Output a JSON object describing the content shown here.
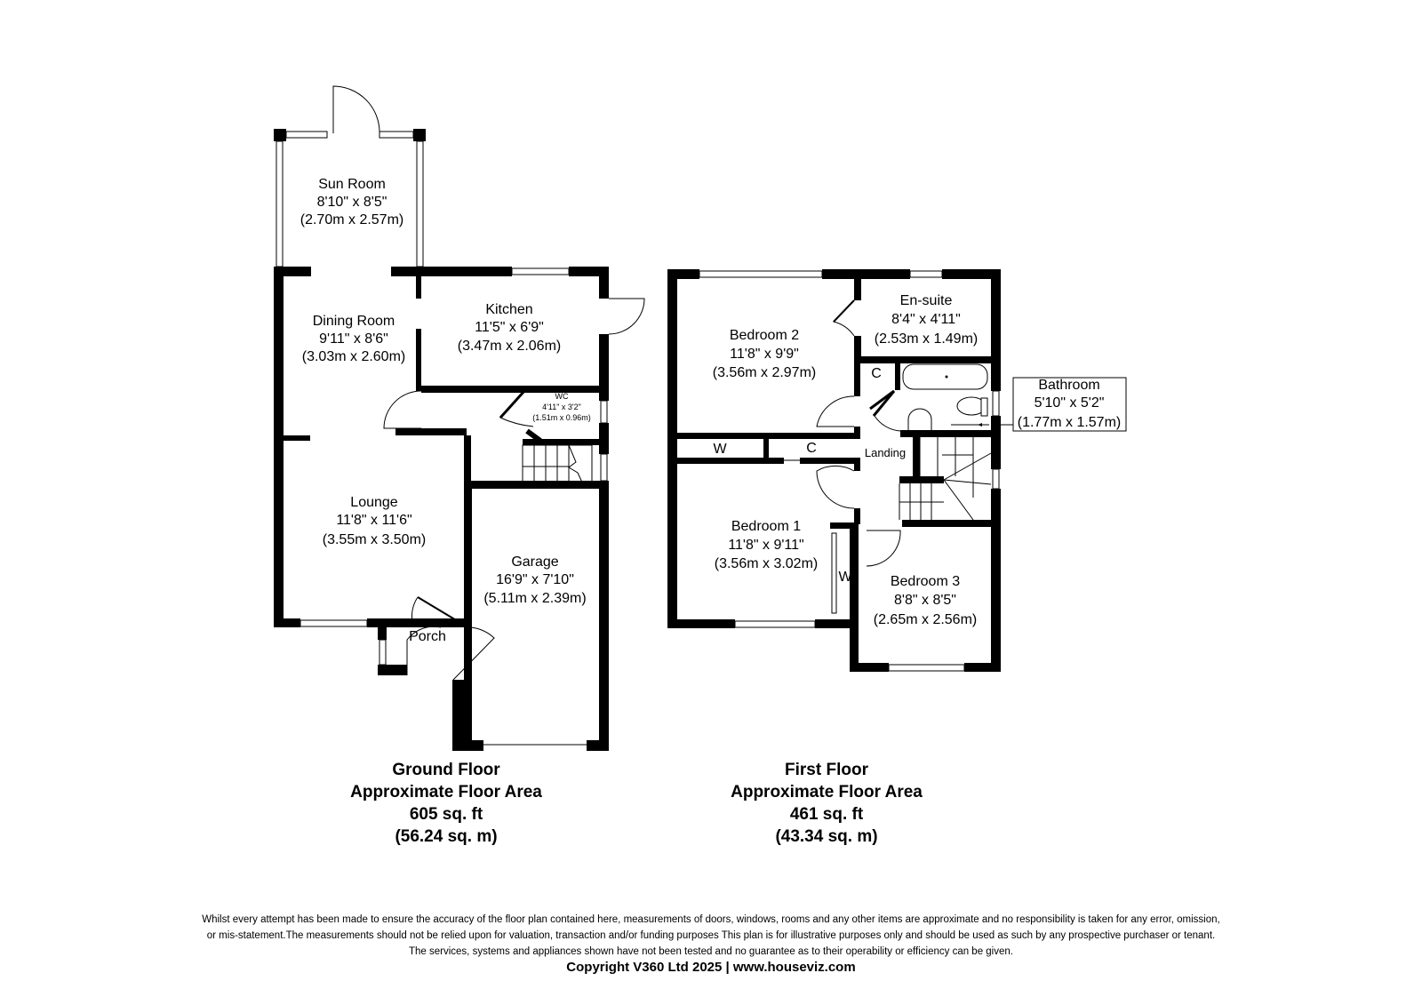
{
  "ground_floor": {
    "rooms": {
      "sun_room": {
        "name": "Sun Room",
        "imperial": "8'10\" x 8'5\"",
        "metric": "(2.70m x 2.57m)"
      },
      "dining_room": {
        "name": "Dining Room",
        "imperial": "9'11\" x 8'6\"",
        "metric": "(3.03m x 2.60m)"
      },
      "kitchen": {
        "name": "Kitchen",
        "imperial": "11'5\" x 6'9\"",
        "metric": "(3.47m x 2.06m)"
      },
      "wc": {
        "name": "WC",
        "imperial": "4'11\" x 3'2\"",
        "metric": "(1.51m x 0.96m)"
      },
      "lounge": {
        "name": "Lounge",
        "imperial": "11'8\" x 11'6\"",
        "metric": "(3.55m x 3.50m)"
      },
      "garage": {
        "name": "Garage",
        "imperial": "16'9\" x 7'10\"",
        "metric": "(5.11m x 2.39m)"
      },
      "porch": {
        "name": "Porch"
      }
    },
    "caption": {
      "title": "Ground Floor",
      "subtitle": "Approximate Floor Area",
      "area_imperial": "605 sq. ft",
      "area_metric": "(56.24 sq. m)"
    }
  },
  "first_floor": {
    "rooms": {
      "bedroom2": {
        "name": "Bedroom 2",
        "imperial": "11'8\" x 9'9\"",
        "metric": "(3.56m x 2.97m)"
      },
      "ensuite": {
        "name": "En-suite",
        "imperial": "8'4\" x 4'11\"",
        "metric": "(2.53m x 1.49m)"
      },
      "bathroom": {
        "name": "Bathroom",
        "imperial": "5'10\" x 5'2\"",
        "metric": "(1.77m x 1.57m)"
      },
      "landing": {
        "name": "Landing"
      },
      "bedroom1": {
        "name": "Bedroom 1",
        "imperial": "11'8\" x 9'11\"",
        "metric": "(3.56m x 3.02m)"
      },
      "bedroom3": {
        "name": "Bedroom 3",
        "imperial": "8'8\" x 8'5\"",
        "metric": "(2.65m x 2.56m)"
      },
      "wardrobe_label": "W",
      "cupboard_label": "C"
    },
    "caption": {
      "title": "First Floor",
      "subtitle": "Approximate Floor Area",
      "area_imperial": "461 sq. ft",
      "area_metric": "(43.34 sq. m)"
    }
  },
  "footer": {
    "disclaimer_1": "Whilst every attempt has been made to ensure the accuracy of the floor plan contained here, measurements of doors, windows, rooms and any other items are approximate and no responsibility is taken for any error, omission,",
    "disclaimer_2": "or mis-statement.The measurements should not be relied upon for valuation, transaction and/or funding purposes This plan is for illustrative purposes only and should be used as such by any prospective purchaser or tenant.",
    "disclaimer_3": "The services, systems and appliances shown have not been tested and no guarantee as to their operability or efficiency can be given.",
    "copyright": "Copyright V360 Ltd 2025 | www.houseviz.com"
  }
}
